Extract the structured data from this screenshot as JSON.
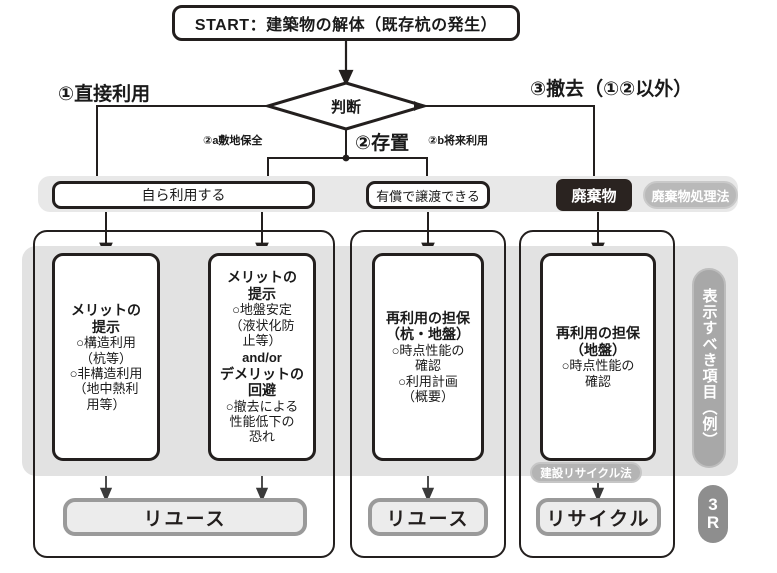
{
  "diagram": {
    "title_start": "START：建築物の解体（既存杭の発生）",
    "decision": "判断",
    "branches": {
      "b1": "①直接利用",
      "b2": "②存置",
      "b3": "③撤去（①②以外）",
      "b2a": "②a敷地保全",
      "b2b": "②b将来利用"
    },
    "status_row": {
      "self_use": "自ら利用する",
      "sell": "有償で譲渡できる",
      "waste": "廃棄物",
      "waste_law_badge": "廃棄物処理法"
    },
    "cards": [
      {
        "id": "merit-structural",
        "head1": "メリットの",
        "head2": "提示",
        "lines": [
          "○構造利用",
          "（杭等）",
          "○非構造利用",
          "（地中熱利",
          "用等）"
        ]
      },
      {
        "id": "merit-ground",
        "head1": "メリットの",
        "head2": "提示",
        "lines": [
          "○地盤安定",
          "（液状化防",
          "止等）"
        ],
        "conj": "and/or",
        "head3": "デメリットの",
        "head4": "回避",
        "lines2": [
          "○撤去による",
          "性能低下の",
          "恐れ"
        ]
      },
      {
        "id": "reuse-guarantee-pile-ground",
        "head1": "再利用の担保",
        "head2": "（杭・地盤）",
        "lines": [
          "○時点性能の",
          "確認",
          "○利用計画",
          "（概要）"
        ]
      },
      {
        "id": "reuse-guarantee-ground",
        "head1": "再利用の担保",
        "head2": "（地盤）",
        "lines": [
          "○時点性能の",
          "確認"
        ]
      }
    ],
    "results": {
      "reuse_a": "リユース",
      "reuse_b": "リユース",
      "recycle": "リサイクル",
      "construction_recycle_law": "建設リサイクル法"
    },
    "side_labels": {
      "display_items": "表示すべき項目（例）",
      "three_r_line1": "3",
      "three_r_line2": "R"
    }
  },
  "colors": {
    "ink": "#231f1e",
    "band_light": "#e8e8e8",
    "band_mid": "#e2e2e2",
    "pill_gray": "#b9b9b9",
    "result_border": "#9a9a9a",
    "result_fill": "#ececec",
    "waste_fill": "#2a2320"
  }
}
